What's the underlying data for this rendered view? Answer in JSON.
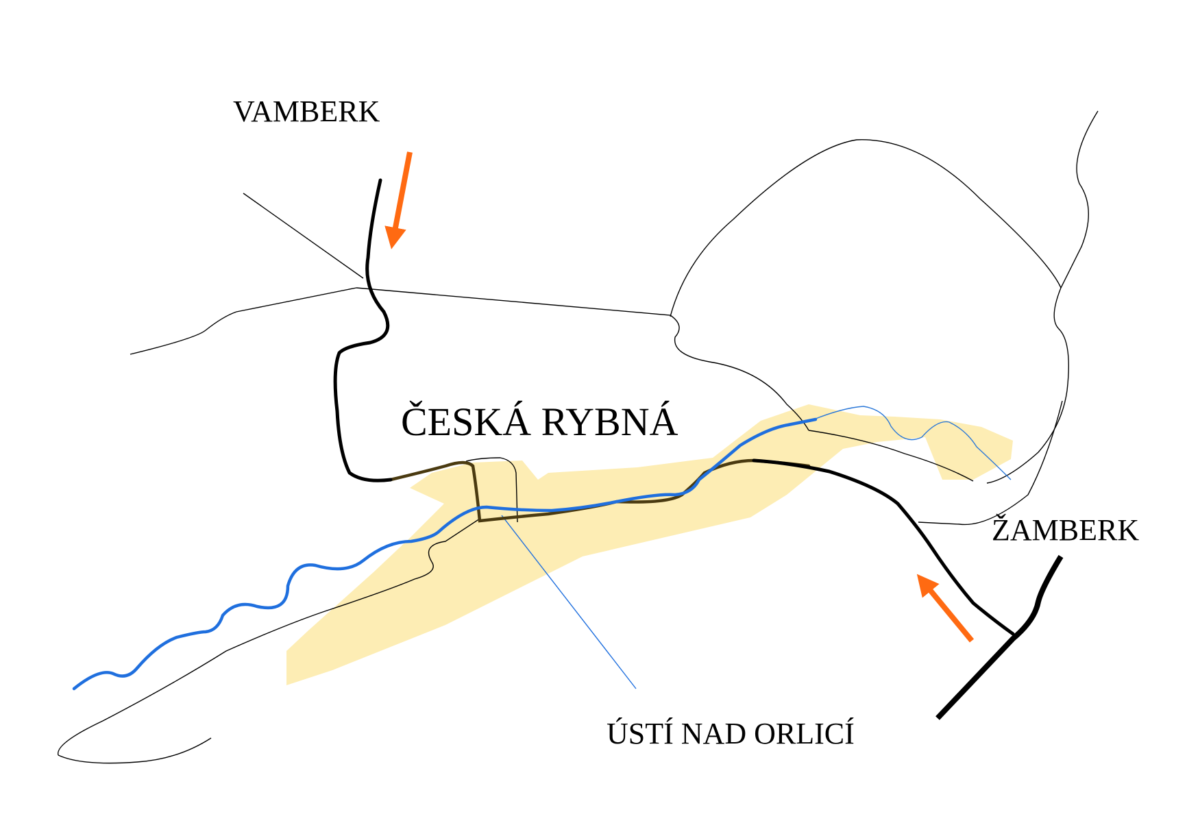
{
  "map": {
    "labels": {
      "vamberk": "VAMBERK",
      "ceska_rybna": "ČESKÁ RYBNÁ",
      "zamberk": "ŽAMBERK",
      "usti_nad_orlici": "ÚSTÍ NAD ORLICÍ"
    },
    "colors": {
      "background": "#ffffff",
      "corridor_fill": "#fdedb4",
      "river": "#1f6fde",
      "road_main": "#000000",
      "road_existing": "#4a3a10",
      "road_minor": "#000000",
      "leader_line": "#1f6fde",
      "arrow": "#ff6a12"
    }
  }
}
